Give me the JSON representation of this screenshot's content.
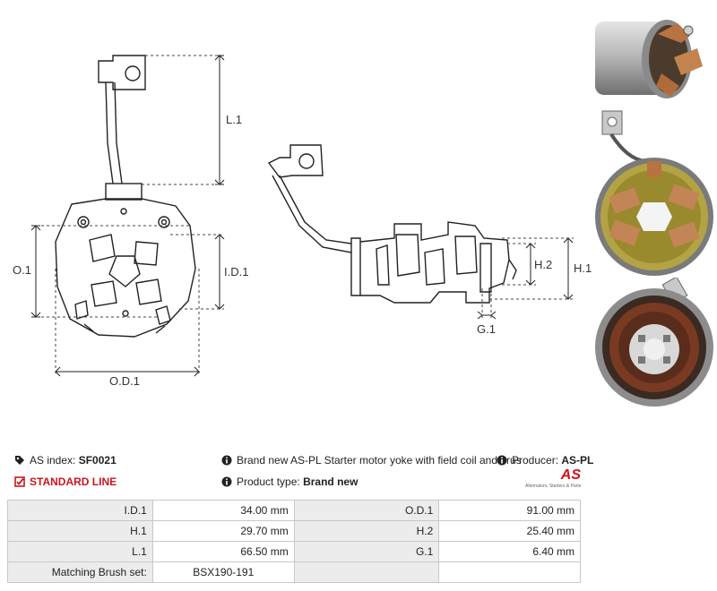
{
  "drawing": {
    "labels": {
      "l1": "L.1",
      "o1": "O.1",
      "id1": "I.D.1",
      "od1": "O.D.1",
      "h1": "H.1",
      "h2": "H.2",
      "g1": "G.1"
    }
  },
  "photos": [
    {
      "name": "motor-yoke-photo"
    },
    {
      "name": "brush-holder-top-photo"
    },
    {
      "name": "field-coil-interior-photo"
    }
  ],
  "info": {
    "as_index_label": "AS index:",
    "as_index_value": "SF0021",
    "standard_line": "STANDARD LINE",
    "description": "Brand new AS-PL Starter motor yoke with field coil and brus",
    "producer_label": "Producer:",
    "producer_value": "AS-PL",
    "product_type_label": "Product type:",
    "product_type_value": "Brand new",
    "logo_mark": "AS",
    "logo_tagline": "Alternators, Starters & Parts",
    "colors": {
      "accent": "#c9161d",
      "table_label_bg": "#ececec"
    }
  },
  "spec_table": {
    "rows": [
      {
        "label1": "I.D.1",
        "value1": "34.00 mm",
        "label2": "O.D.1",
        "value2": "91.00 mm"
      },
      {
        "label1": "H.1",
        "value1": "29.70 mm",
        "label2": "H.2",
        "value2": "25.40 mm"
      },
      {
        "label1": "L.1",
        "value1": "66.50 mm",
        "label2": "G.1",
        "value2": "6.40 mm"
      },
      {
        "label1": "Matching Brush set:",
        "value1": "BSX190-191",
        "label2": "",
        "value2": ""
      }
    ]
  }
}
